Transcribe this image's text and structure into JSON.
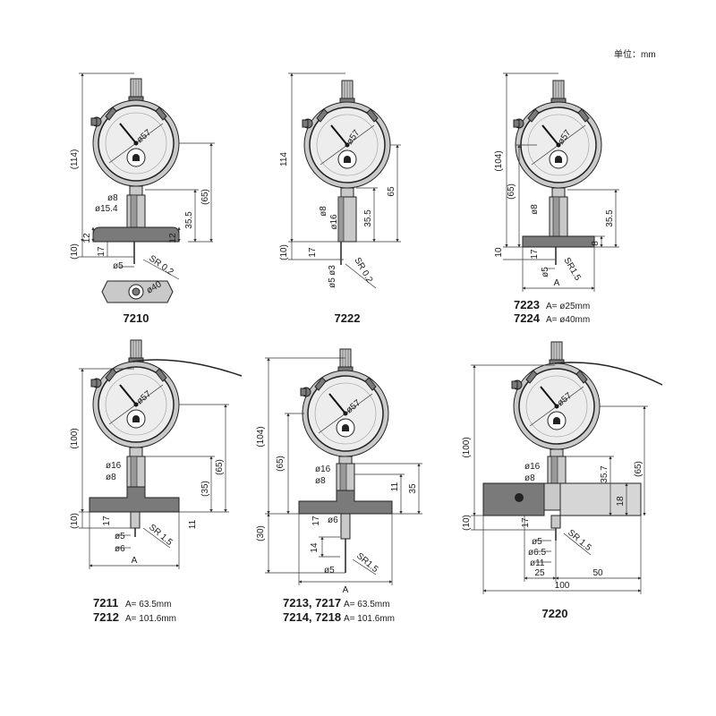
{
  "unit_label": "单位：mm",
  "models": {
    "m7210": {
      "name": "7210",
      "dims": {
        "h_total": "(114)",
        "h_dial": "(65)",
        "h_stem": "35.5",
        "h_base": "12",
        "h_base2": "12",
        "h_tip": "(10)",
        "h_17": "17",
        "d8": "ø8",
        "d15": "ø15.4",
        "d5": "ø5",
        "sr": "SR 0.2",
        "dial": "ø57",
        "bottom": "ø40"
      }
    },
    "m7222": {
      "name": "7222",
      "dims": {
        "h_total": "114",
        "h_dial": "65",
        "h_stem": "35.5",
        "h_tip": "(10)",
        "h_17": "17",
        "d8": "ø8",
        "d16": "ø16",
        "d3": "ø3",
        "d5": "ø5",
        "sr": "SR 0.2",
        "dial": "ø57"
      }
    },
    "m7223": {
      "name_a": "7223",
      "a_a": "A= ø25mm",
      "name_b": "7224",
      "a_b": "A= ø40mm",
      "dims": {
        "h_total": "(104)",
        "h_dial": "(65)",
        "h_stem": "35.5",
        "h_8": "8",
        "h_10": "10",
        "h_17": "17",
        "d8": "ø8",
        "d5": "ø5",
        "sr": "SR1.5",
        "A": "A",
        "dial": "ø57"
      }
    },
    "m7211": {
      "name_a": "7211",
      "a_a": "A= 63.5mm",
      "name_b": "7212",
      "a_b": "A= 101.6mm",
      "dims": {
        "h_total": "(100)",
        "h_dial": "(65)",
        "h_35": "(35)",
        "h_11": "11",
        "h_tip": "(10)",
        "h_17": "17",
        "d16": "ø16",
        "d8": "ø8",
        "d5": "ø5",
        "d6": "ø6",
        "sr": "SR 1.5",
        "A": "A",
        "dial": "ø57"
      }
    },
    "m7213": {
      "name_a": "7213, 7217",
      "a_a": "A= 63.5mm",
      "name_b": "7214, 7218",
      "a_b": "A= 101.6mm",
      "dims": {
        "h_total": "(104)",
        "h_dial": "(65)",
        "h_35": "35",
        "h_11": "11",
        "h_30": "(30)",
        "h_14": "14",
        "h_17": "17",
        "d16": "ø16",
        "d8": "ø8",
        "d6": "ø6",
        "d5": "ø5",
        "sr": "SR1.5",
        "A": "A",
        "dial": "ø57"
      }
    },
    "m7220": {
      "name": "7220",
      "dims": {
        "h_total": "(100)",
        "h_dial": "(65)",
        "h_357": "35.7",
        "h_18": "18",
        "h_tip": "(10)",
        "h_17": "17",
        "d16": "ø16",
        "d8": "ø8",
        "d5": "ø5",
        "d65": "ø6.5",
        "d11": "ø11",
        "w25": "25",
        "w50": "50",
        "w100": "100",
        "sr": "SR 1.5",
        "dial": "ø57"
      }
    }
  }
}
